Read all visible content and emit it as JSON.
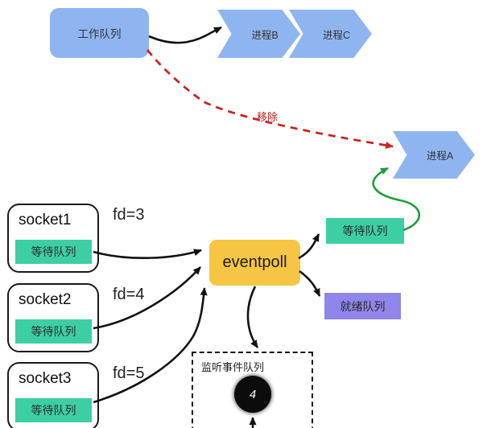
{
  "diagram": {
    "work_queue": "工作队列",
    "process_b": "进程B",
    "process_c": "进程C",
    "process_a": "进程A",
    "remove_label": "移除",
    "eventpoll": "eventpoll",
    "wait_queue": "等待队列",
    "ready_queue": "就绪队列",
    "listen_queue_label": "监听事件队列",
    "listen_node_value": "4",
    "sockets": [
      {
        "name": "socket1",
        "fd": "fd=3",
        "queue": "等待队列"
      },
      {
        "name": "socket2",
        "fd": "fd=4",
        "queue": "等待队列"
      },
      {
        "name": "socket3",
        "fd": "fd=5",
        "queue": "等待队列"
      }
    ],
    "colors": {
      "node_blue": "#8fb5f0",
      "queue_teal": "#3dcfa4",
      "eventpoll_orange": "#f6c544",
      "ready_purple": "#8e86ea",
      "remove_red": "#cc2420",
      "arrow_green": "#1f9e38",
      "arrow_black": "#111111"
    }
  }
}
